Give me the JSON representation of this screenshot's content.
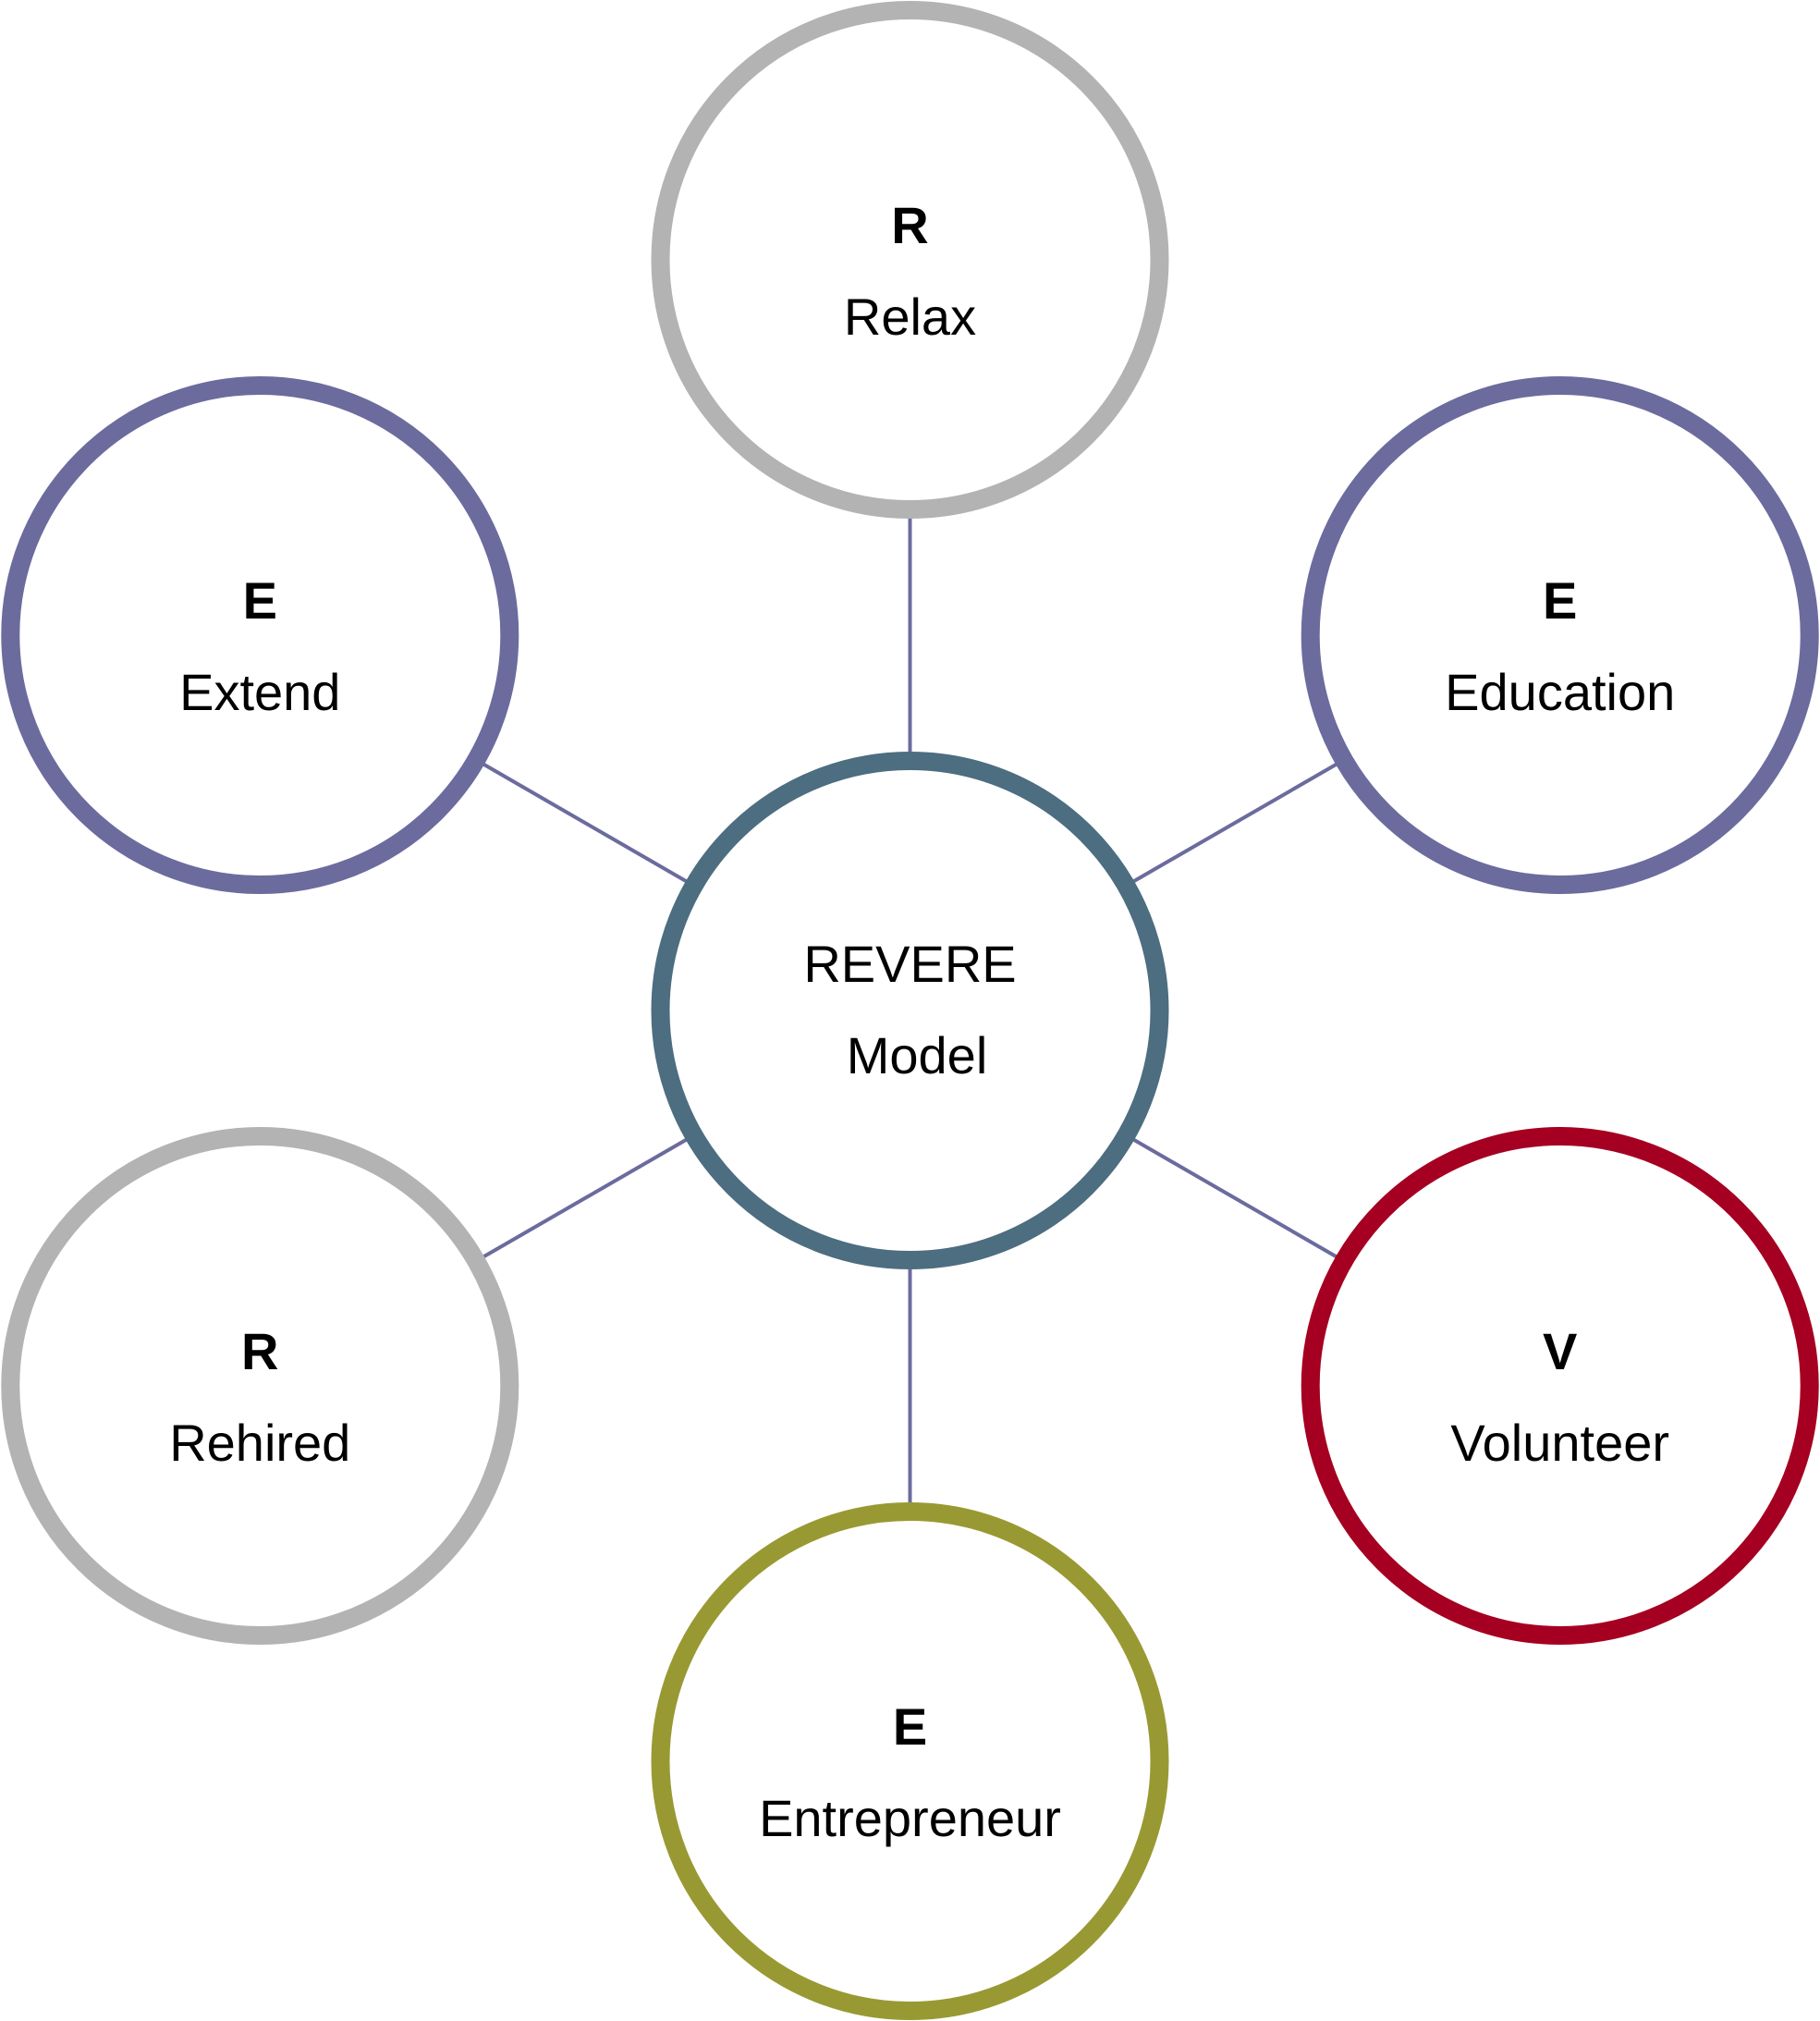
{
  "center": {
    "line1": "REVERE",
    "line2": "Model",
    "color": "#4d6d80"
  },
  "connector_color": "#6b6b9e",
  "nodes": [
    {
      "letter": "R",
      "label": "Relax",
      "color": "#b3b3b3"
    },
    {
      "letter": "E",
      "label": "Education",
      "color": "#6b6b9e"
    },
    {
      "letter": "V",
      "label": "Volunteer",
      "color": "#a50021"
    },
    {
      "letter": "E",
      "label": "Entrepreneur",
      "color": "#999933"
    },
    {
      "letter": "R",
      "label": "Rehired",
      "color": "#b3b3b3"
    },
    {
      "letter": "E",
      "label": "Extend",
      "color": "#6b6b9e"
    }
  ]
}
